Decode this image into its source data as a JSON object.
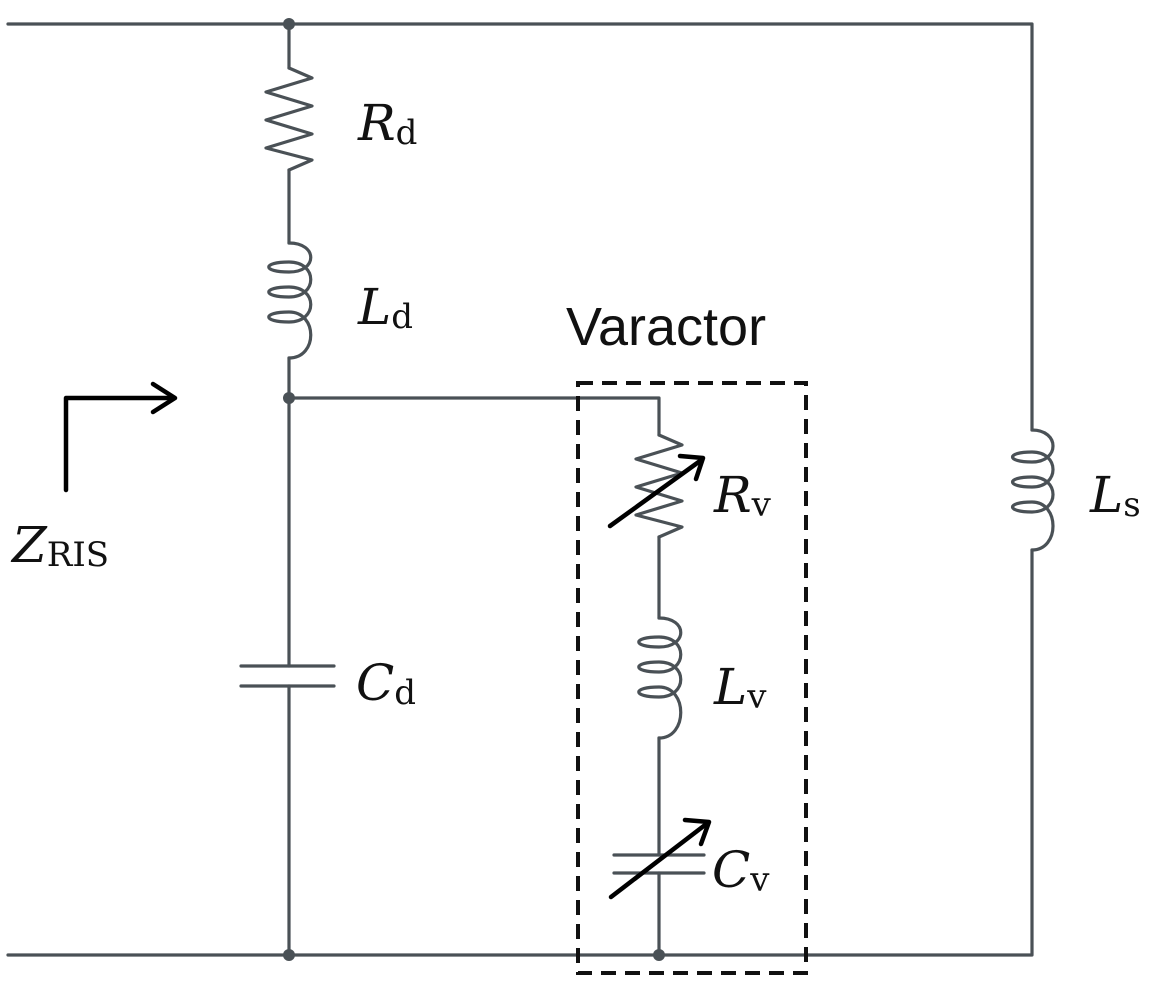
{
  "diagram": {
    "title": "Varactor",
    "labels": {
      "Rd": {
        "main": "R",
        "sub": "d"
      },
      "Ld": {
        "main": "L",
        "sub": "d"
      },
      "Cd": {
        "main": "C",
        "sub": "d"
      },
      "Rv": {
        "main": "R",
        "sub": "v"
      },
      "Lv": {
        "main": "L",
        "sub": "v"
      },
      "Cv": {
        "main": "C",
        "sub": "v"
      },
      "Ls": {
        "main": "L",
        "sub": "s"
      },
      "Zris": {
        "main": "Z",
        "sub": "RIS"
      }
    },
    "colors": {
      "wire": "#4a5156",
      "arrow": "#000000",
      "text": "#111111"
    }
  }
}
